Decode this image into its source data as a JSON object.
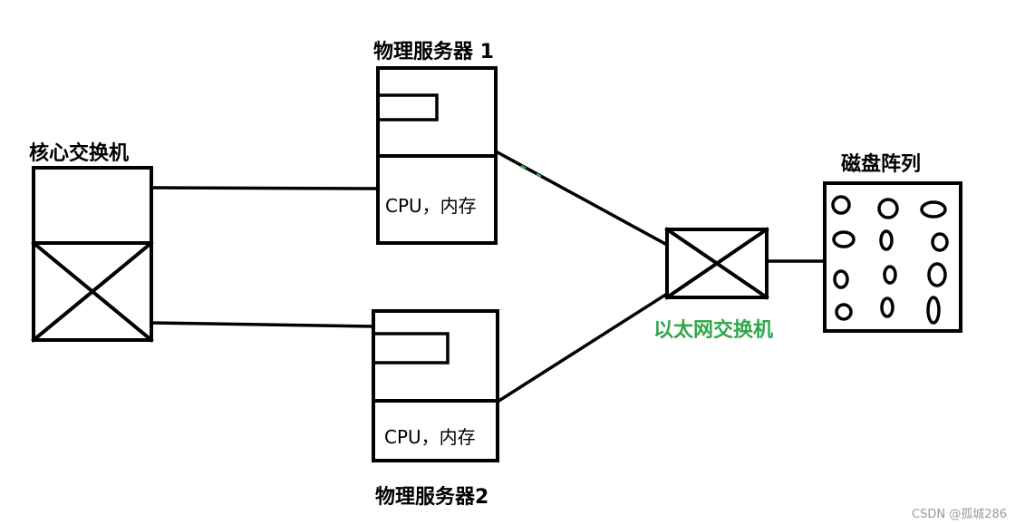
{
  "nodes": {
    "core_switch": {
      "label": "核心交换机"
    },
    "server1": {
      "label": "物理服务器 1",
      "cell_text": "CPU，内存"
    },
    "server2": {
      "label": "物理服务器2",
      "cell_text": "CPU，内存"
    },
    "eth_switch": {
      "label": "以太网交换机"
    },
    "disk_array": {
      "label": "磁盘阵列"
    }
  },
  "edges": [
    {
      "from": "core_switch",
      "to": "server1"
    },
    {
      "from": "core_switch",
      "to": "server2"
    },
    {
      "from": "server1",
      "to": "eth_switch"
    },
    {
      "from": "server2",
      "to": "eth_switch"
    },
    {
      "from": "eth_switch",
      "to": "disk_array"
    }
  ],
  "watermark": "CSDN @孤城286",
  "colors": {
    "stroke": "#000000",
    "eth_label": "#2ea84a",
    "watermark": "#9a9a9a"
  }
}
